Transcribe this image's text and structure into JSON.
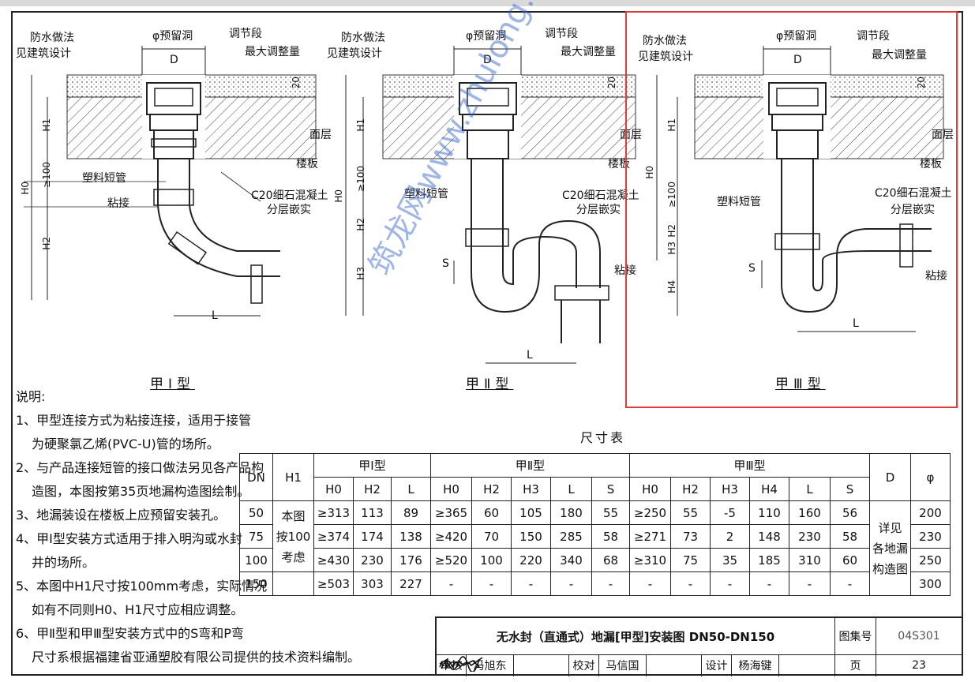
{
  "drawings": [
    {
      "title": "甲Ⅰ型",
      "labels": {
        "waterproof": "防水做法",
        "see_arch": "见建筑设计",
        "reserved_hole": "φ预留洞",
        "adjust_section": "调节段",
        "max_adjust": "最大调整量",
        "d": "D",
        "twenty": "20",
        "surface": "面层",
        "slab": "楼板",
        "concrete": "C20细石混凝土",
        "layered": "分层嵌实",
        "plastic_pipe": "塑料短管",
        "bonded": "粘接",
        "h0": "H0",
        "h1": "H1",
        "h2": "H2",
        "ge100": "≥100",
        "l": "L"
      }
    },
    {
      "title": "甲Ⅱ型",
      "labels": {
        "waterproof": "防水做法",
        "see_arch": "见建筑设计",
        "reserved_hole": "φ预留洞",
        "adjust_section": "调节段",
        "max_adjust": "最大调整量",
        "d": "D",
        "twenty": "20",
        "surface": "面层",
        "slab": "楼板",
        "concrete": "C20细石混凝土",
        "layered": "分层嵌实",
        "plastic_pipe": "塑料短管",
        "bonded": "粘接",
        "h0": "H0",
        "h1": "H1",
        "h2": "H2",
        "h3": "H3",
        "s": "S",
        "ge100": "≥100",
        "l": "L"
      }
    },
    {
      "title": "甲Ⅲ型",
      "labels": {
        "waterproof": "防水做法",
        "see_arch": "见建筑设计",
        "reserved_hole": "φ预留洞",
        "adjust_section": "调节段",
        "max_adjust": "最大调整量",
        "d": "D",
        "twenty": "20",
        "surface": "面层",
        "slab": "楼板",
        "concrete": "C20细石混凝土",
        "layered": "分层嵌实",
        "plastic_pipe": "塑料短管",
        "bonded": "粘接",
        "h0": "H0",
        "h1": "H1",
        "h2": "H2",
        "h3": "H3",
        "h4": "H4",
        "s": "S",
        "ge100": "≥100",
        "l": "L"
      }
    }
  ],
  "notes": {
    "heading": "说明:",
    "lines": [
      "1、甲型连接方式为粘接连接，适用于接管",
      "为硬聚氯乙烯(PVC-U)管的场所。",
      "2、与产品连接短管的接口做法另见各产品构",
      "造图，本图按第35页地漏构造图绘制。",
      "3、地漏装设在楼板上应预留安装孔。",
      "4、甲Ⅰ型安装方式适用于排入明沟或水封",
      "井的场所。",
      "5、本图中H1尺寸按100mm考虑，实际情况",
      "如有不同则H0、H1尺寸应相应调整。",
      "6、甲Ⅱ型和甲Ⅲ型安装方式中的S弯和P弯",
      "尺寸系根据福建省亚通塑胶有限公司提供的技术资料编制。"
    ]
  },
  "table": {
    "title": "尺寸表",
    "h_dn": "DN",
    "h_h1": "H1",
    "h_d": "D",
    "h_phi": "φ",
    "group1": "甲Ⅰ型",
    "group2": "甲Ⅱ型",
    "group3": "甲Ⅲ型",
    "sub1": [
      "H0",
      "H2",
      "L"
    ],
    "sub2": [
      "H0",
      "H2",
      "H3",
      "L",
      "S"
    ],
    "sub3": [
      "H0",
      "H2",
      "H3",
      "H4",
      "L",
      "S"
    ],
    "h1_note": [
      "本图",
      "按100",
      "考虑"
    ],
    "d_note": [
      "详见",
      "各地漏",
      "构造图"
    ],
    "rows": [
      {
        "dn": "50",
        "t1": [
          "≥313",
          "113",
          "89"
        ],
        "t2": [
          "≥365",
          "60",
          "105",
          "180",
          "55"
        ],
        "t3": [
          "≥250",
          "55",
          "-5",
          "110",
          "160",
          "56"
        ],
        "phi": "200"
      },
      {
        "dn": "75",
        "t1": [
          "≥374",
          "174",
          "138"
        ],
        "t2": [
          "≥420",
          "70",
          "150",
          "285",
          "58"
        ],
        "t3": [
          "≥271",
          "73",
          "2",
          "148",
          "230",
          "58"
        ],
        "phi": "230"
      },
      {
        "dn": "100",
        "t1": [
          "≥430",
          "230",
          "176"
        ],
        "t2": [
          "≥520",
          "100",
          "220",
          "340",
          "68"
        ],
        "t3": [
          "≥310",
          "75",
          "35",
          "185",
          "310",
          "60"
        ],
        "phi": "250"
      },
      {
        "dn": "150",
        "t1": [
          "≥503",
          "303",
          "227"
        ],
        "t2": [
          "-",
          "-",
          "-",
          "-",
          "-"
        ],
        "t3": [
          "-",
          "-",
          "-",
          "-",
          "-",
          "-"
        ],
        "phi": "300"
      }
    ]
  },
  "title_block": {
    "title": "无水封（直通式）地漏[甲型]安装图 DN50-DN150",
    "atlas_label": "图集号",
    "atlas_no": "04S301",
    "review_label": "审核",
    "review_name": "冯旭东",
    "check_label": "校对",
    "check_name": "马信国",
    "design_label": "设计",
    "design_name": "杨海键",
    "page_label": "页",
    "page_no": "23"
  },
  "watermark": "筑龙网www.zhulong.com",
  "colors": {
    "selection": "#e23b3b",
    "line": "#222222",
    "watermark": "#285ac8"
  }
}
